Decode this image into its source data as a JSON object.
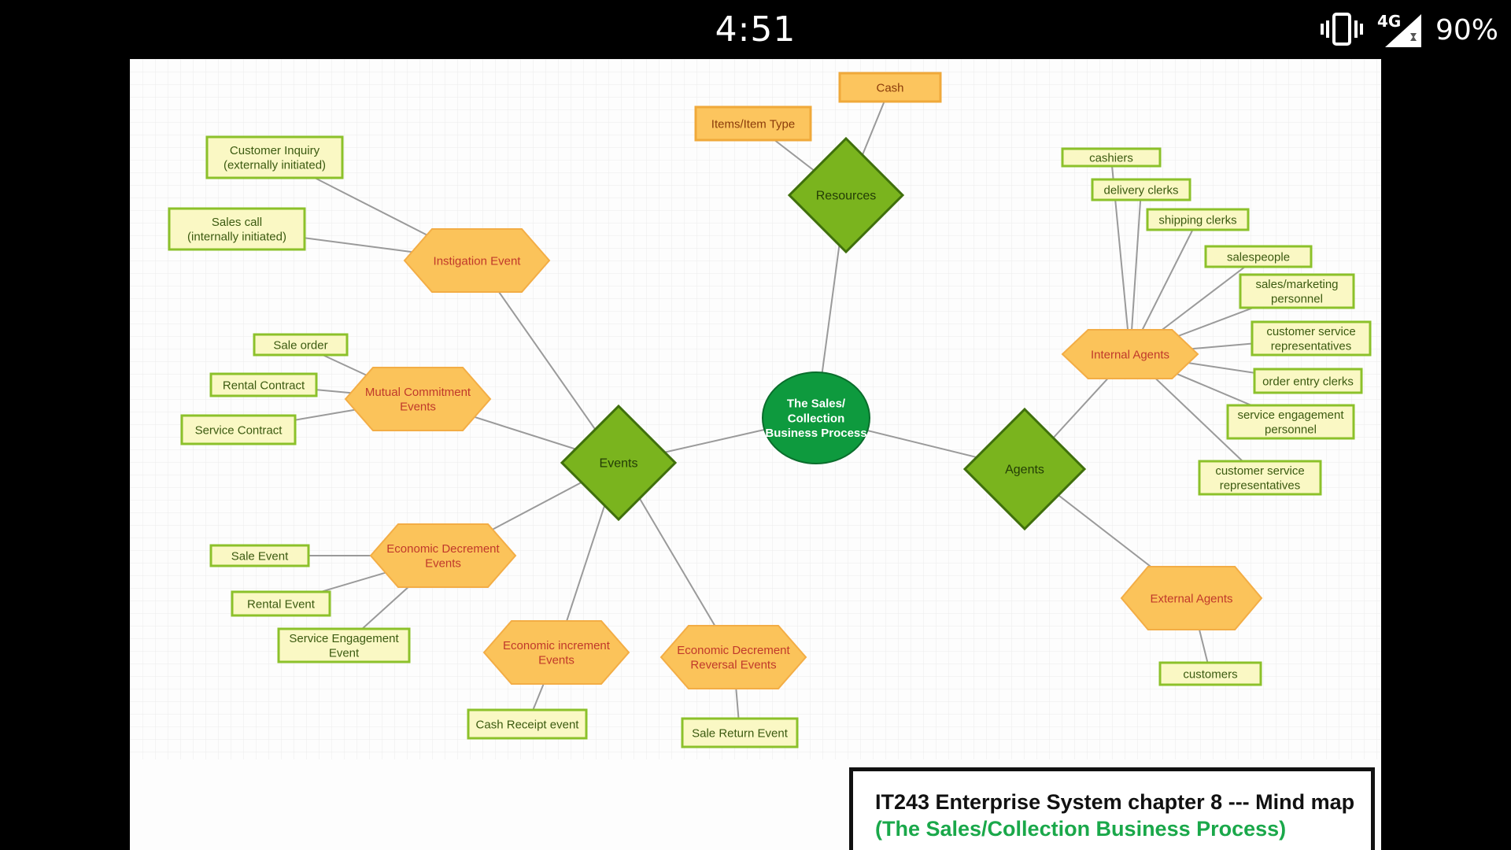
{
  "status_bar": {
    "time": "4:51",
    "network": "4G",
    "battery": "90%",
    "icons": [
      "vibrate-icon",
      "cellular-signal-icon"
    ]
  },
  "colors": {
    "center": "#0e9a3e",
    "diamond": "#7ab41e",
    "hexagon": "#fbc35a",
    "hexagon_text": "#c0392b",
    "box_fill": "#faf8c4",
    "box_border": "#8cc12a",
    "orange_box": "#fcc55e",
    "edge": "#9a9a9a"
  },
  "diagram": {
    "center": {
      "label": "The Sales/\nCollection\nBusiness Process"
    },
    "categories": {
      "resources": "Resources",
      "events": "Events",
      "agents": "Agents"
    },
    "resources": [
      "Items/Item Type",
      "Cash"
    ],
    "event_groups": {
      "instigation": {
        "label": "Instigation Event",
        "items": [
          "Customer Inquiry\n(externally initiated)",
          "Sales call\n(internally initiated)"
        ]
      },
      "mutual": {
        "label": "Mutual Commitment\nEvents",
        "items": [
          "Sale order",
          "Rental Contract",
          "Service Contract"
        ]
      },
      "decrement": {
        "label": "Economic Decrement\nEvents",
        "items": [
          "Sale Event",
          "Rental Event",
          "Service Engagement\nEvent"
        ]
      },
      "increment": {
        "label": "Economic increment\nEvents",
        "items": [
          "Cash Receipt event"
        ]
      },
      "reversal": {
        "label": "Economic Decrement\nReversal Events",
        "items": [
          "Sale Return Event"
        ]
      }
    },
    "agent_groups": {
      "internal": {
        "label": "Internal Agents",
        "items": [
          "cashiers",
          "delivery clerks",
          "shipping clerks",
          "salespeople",
          "sales/marketing\npersonnel",
          "customer service\nrepresentatives",
          "order entry clerks",
          "service engagement\npersonnel",
          "customer service\nrepresentatives"
        ]
      },
      "external": {
        "label": "External Agents",
        "items": [
          "customers"
        ]
      }
    }
  },
  "caption": {
    "line1": "IT243 Enterprise System chapter 8 --- Mind map",
    "line2": "(The Sales/Collection Business Process)"
  }
}
